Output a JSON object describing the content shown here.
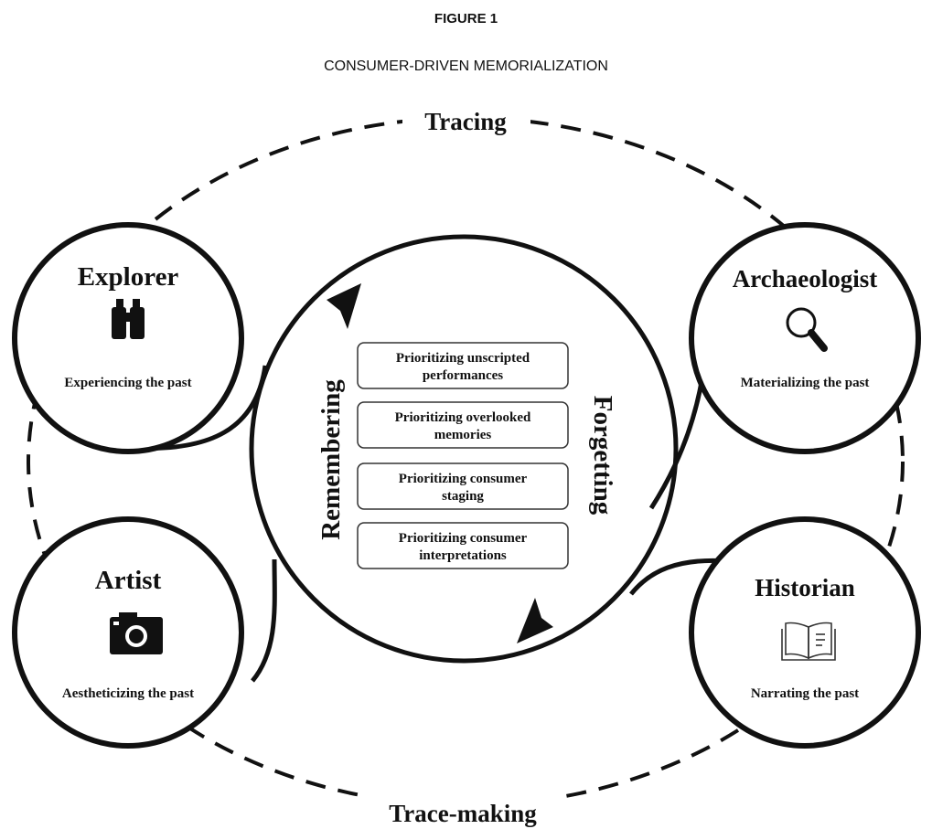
{
  "figure_number": "FIGURE 1",
  "figure_title": "CONSUMER-DRIVEN MEMORIALIZATION",
  "outer_cycle": {
    "top_label": "Tracing",
    "bottom_label": "Trace-making"
  },
  "center": {
    "left_label": "Remembering",
    "right_label": "Forgetting",
    "boxes": [
      {
        "line1": "Prioritizing unscripted",
        "line2": "performances"
      },
      {
        "line1": "Prioritizing overlooked",
        "line2": "memories"
      },
      {
        "line1": "Prioritizing consumer",
        "line2": "staging"
      },
      {
        "line1": "Prioritizing consumer",
        "line2": "interpretations"
      }
    ]
  },
  "roles": [
    {
      "title": "Explorer",
      "subtitle": "Experiencing the past",
      "icon": "binoculars-icon"
    },
    {
      "title": "Archaeologist",
      "subtitle": "Materializing the past",
      "icon": "magnifier-icon"
    },
    {
      "title": "Artist",
      "subtitle": "Aestheticizing the past",
      "icon": "camera-icon"
    },
    {
      "title": "Historian",
      "subtitle": "Narrating the past",
      "icon": "book-icon"
    }
  ]
}
